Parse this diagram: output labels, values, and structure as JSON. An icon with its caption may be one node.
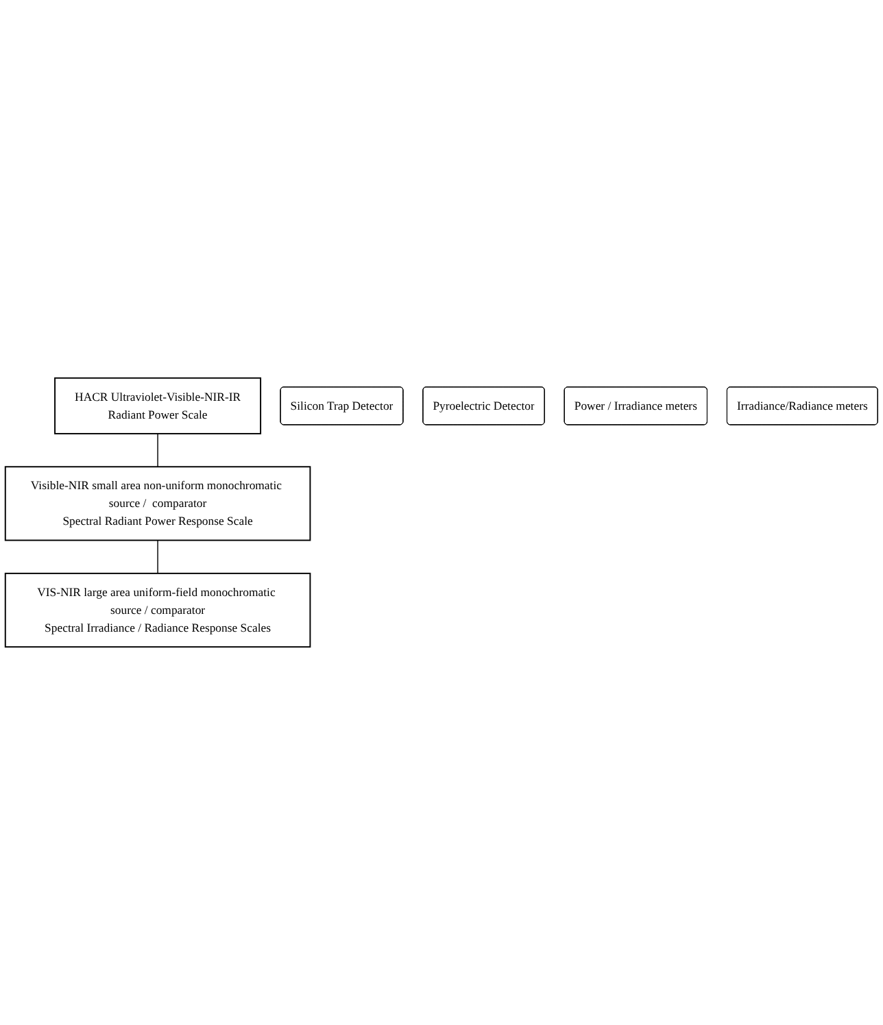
{
  "diagram": {
    "nodes": [
      {
        "text": [
          "HACR Ultraviolet-Visible-NIR-IR",
          "Radiant Power Scale"
        ]
      },
      {
        "text": [
          "Silicon Trap Detector"
        ]
      },
      {
        "text": [
          "Pyroelectric Detector"
        ]
      },
      {
        "text": [
          "Visible-NIR small area non-uniform monochromatic source /  comparator",
          "Spectral Radiant Power Response Scale"
        ]
      },
      {
        "text": [
          "Power / Irradiance meters"
        ]
      },
      {
        "text": [
          "VIS-NIR large area uniform-field monochromatic source / comparator",
          "Spectral Irradiance / Radiance Response Scales"
        ]
      },
      {
        "text": [
          "Irradiance/Radiance meters"
        ]
      }
    ],
    "edges": [
      {
        "from": 0,
        "to": 3,
        "arrow": "none"
      },
      {
        "from": 3,
        "to": 5,
        "arrow": "none"
      }
    ]
  }
}
